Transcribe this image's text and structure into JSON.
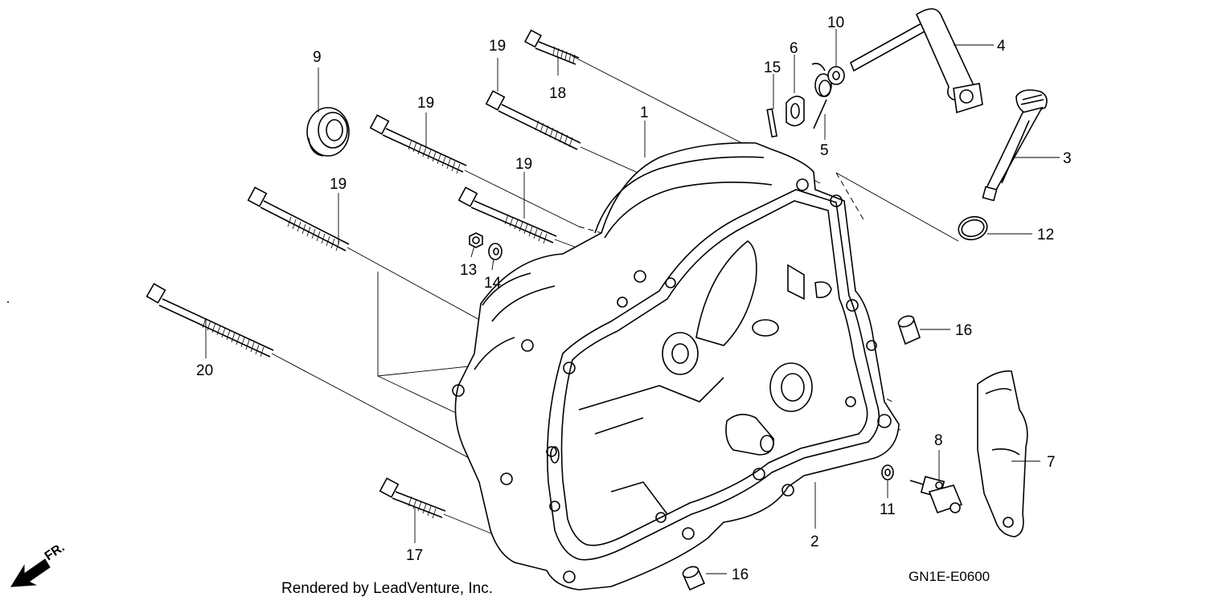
{
  "callouts": {
    "p1": "1",
    "p2": "2",
    "p3": "3",
    "p4": "4",
    "p5": "5",
    "p6": "6",
    "p7": "7",
    "p8": "8",
    "p9": "9",
    "p10": "10",
    "p11": "11",
    "p12": "12",
    "p13": "13",
    "p14": "14",
    "p15": "15",
    "p16a": "16",
    "p16b": "16",
    "p17": "17",
    "p18": "18",
    "p19a": "19",
    "p19b": "19",
    "p19c": "19",
    "p19d": "19",
    "p20": "20"
  },
  "footer": {
    "rendered_by": "Rendered by LeadVenture, Inc.",
    "diagram_code": "GN1E-E0600"
  },
  "direction_label": "FR."
}
